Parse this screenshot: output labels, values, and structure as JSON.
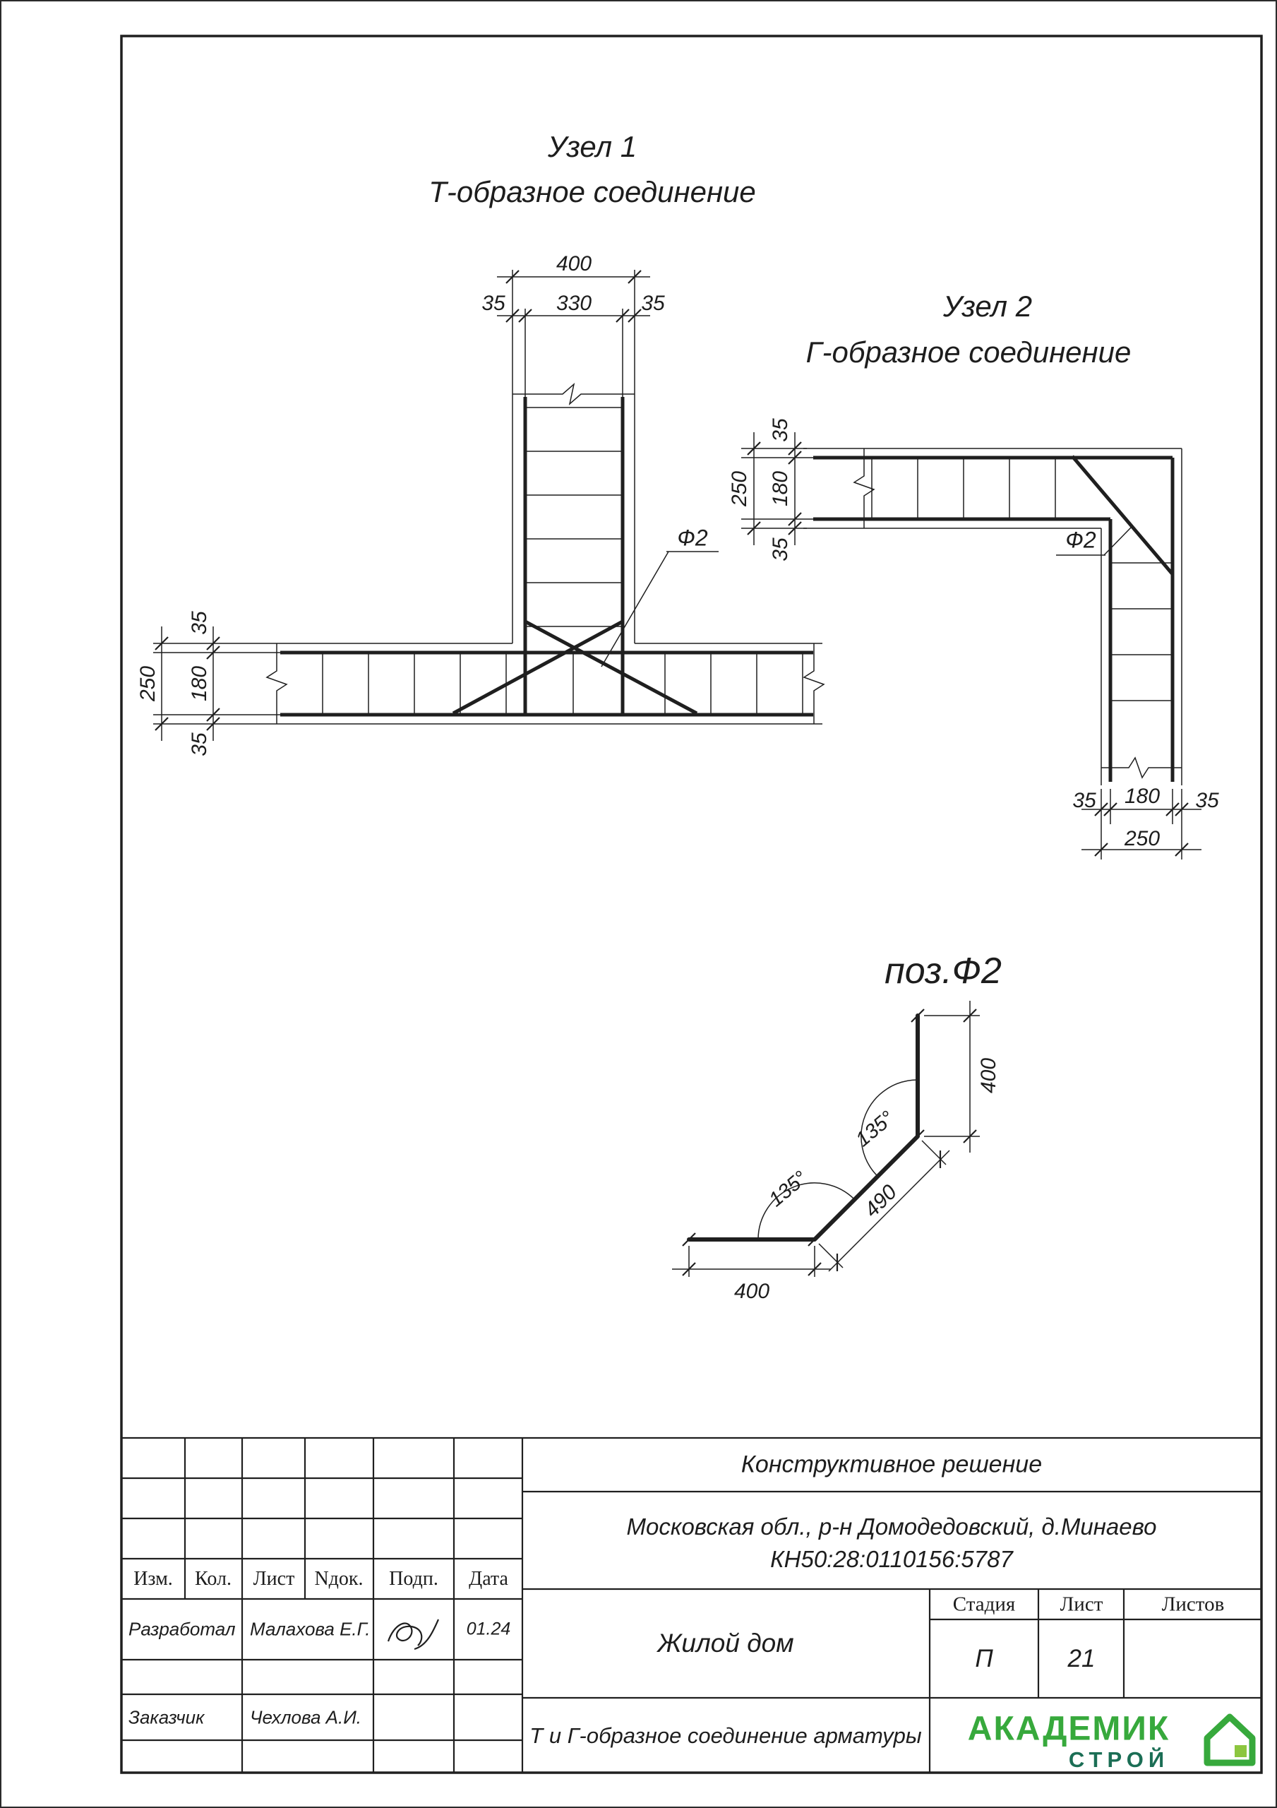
{
  "sheet": {
    "node1": {
      "title_line1": "Узел 1",
      "title_line2": "Т-образное соединение",
      "dim_overall_top": "400",
      "dim_top_left": "35",
      "dim_top_mid": "330",
      "dim_top_right": "35",
      "dim_left_overall": "250",
      "dim_left_top": "35",
      "dim_left_mid": "180",
      "dim_left_bottom": "35",
      "rebar_label": "Ф2"
    },
    "node2": {
      "title_line1": "Узел 2",
      "title_line2": "Г-образное соединение",
      "dim_left_overall": "250",
      "dim_left_top": "35",
      "dim_left_mid": "180",
      "dim_left_bottom": "35",
      "dim_bottom_left": "35",
      "dim_bottom_mid": "180",
      "dim_bottom_right": "35",
      "dim_bottom_overall": "250",
      "rebar_label": "Ф2"
    },
    "detail": {
      "title": "поз.Ф2",
      "dim_horizontal": "400",
      "dim_diagonal": "490",
      "dim_vertical": "400",
      "angle_bottom": "135°",
      "angle_top": "135°"
    }
  },
  "title_block": {
    "doc_type": "Конструктивное решение",
    "address_line1": "Московская обл., р-н Домодедовский, д.Минаево",
    "address_line2": "КН50:28:0110156:5787",
    "object_name": "Жилой дом",
    "sheet_name": "Т и Г-образное соединение арматуры",
    "columns": {
      "izm": "Изм.",
      "kol": "Кол.",
      "list": "Лист",
      "ndok": "Nдок.",
      "podp": "Подп.",
      "data": "Дата"
    },
    "rows": [
      {
        "role": "Разработал",
        "name": "Малахова Е.Г.",
        "date": "01.24"
      },
      {
        "role": "Заказчик",
        "name": "Чехлова А.И.",
        "date": ""
      }
    ],
    "stage_label": "Стадия",
    "list_label": "Лист",
    "listov_label": "Листов",
    "stage_value": "П",
    "list_value": "21",
    "listov_value": "",
    "logo": {
      "line1": "АКАДЕМИК",
      "line2": "СТРОЙ",
      "green": "#37A93C",
      "dark": "#1B6E55"
    }
  }
}
